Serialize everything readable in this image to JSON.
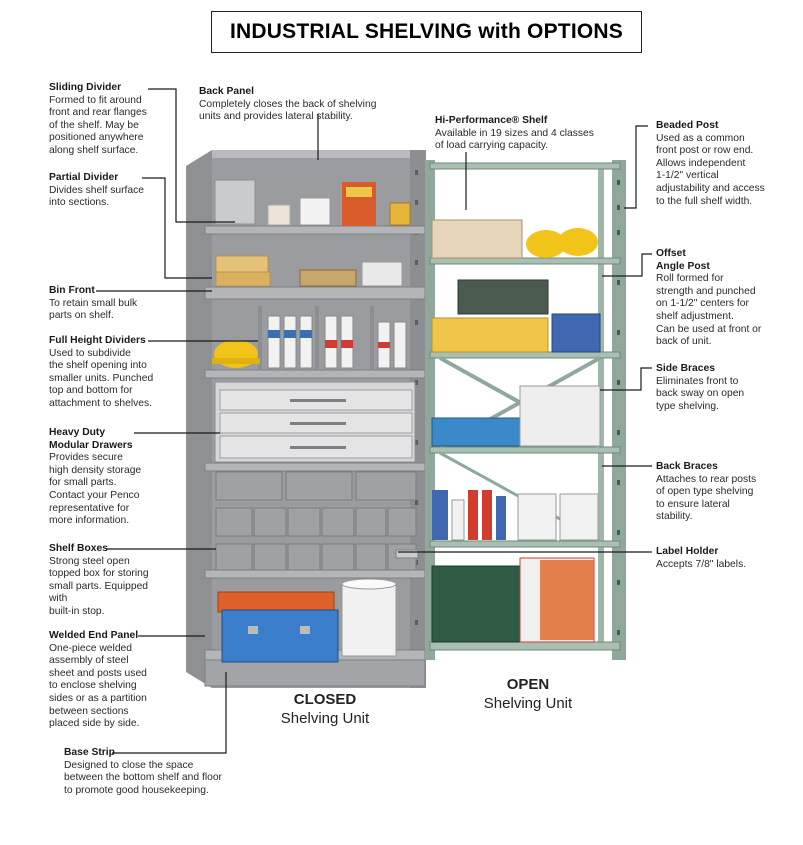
{
  "title": "INDUSTRIAL SHELVING with OPTIONS",
  "captions": {
    "closed": {
      "line1": "CLOSED",
      "line2": "Shelving Unit"
    },
    "open": {
      "line1": "OPEN",
      "line2": "Shelving Unit"
    }
  },
  "callouts": {
    "sliding_divider": {
      "heading": "Sliding Divider",
      "lines": [
        "Formed to fit around",
        "front and rear flanges",
        "of the shelf. May be",
        "positioned anywhere",
        "along shelf surface."
      ]
    },
    "partial_divider": {
      "heading": "Partial Divider",
      "lines": [
        "Divides shelf surface",
        "into sections."
      ]
    },
    "bin_front": {
      "heading": "Bin Front",
      "lines": [
        "To retain small bulk",
        "parts on shelf."
      ]
    },
    "full_height_dividers": {
      "heading": "Full Height Dividers",
      "lines": [
        "Used to subdivide",
        "the shelf opening into",
        "smaller units. Punched",
        "top and bottom for",
        "attachment to shelves."
      ]
    },
    "heavy_duty_drawers": {
      "heading": "Heavy Duty",
      "heading2": "Modular Drawers",
      "lines": [
        "Provides secure",
        "high density storage",
        "for small parts.",
        "Contact your Penco",
        "representative for",
        "more information."
      ]
    },
    "shelf_boxes": {
      "heading": "Shelf Boxes",
      "lines": [
        "Strong steel open",
        "topped box for storing",
        "small parts.  Equipped",
        "with",
        "built-in stop."
      ]
    },
    "welded_end_panel": {
      "heading": "Welded End Panel",
      "lines": [
        "One-piece welded",
        "assembly of steel",
        "sheet and posts used",
        "to enclose shelving",
        "sides or as a partition",
        "between sections",
        "placed side by side."
      ]
    },
    "base_strip": {
      "heading": "Base Strip",
      "lines": [
        "Designed to close the space",
        "between the bottom shelf and floor",
        "to promote good housekeeping."
      ]
    },
    "back_panel": {
      "heading": "Back Panel",
      "lines": [
        "Completely closes the back of shelving",
        "units and provides lateral stability."
      ]
    },
    "hi_performance_shelf": {
      "heading": "Hi-Performance® Shelf",
      "lines": [
        "Available in 19 sizes and 4 classes",
        "of load carrying capacity."
      ]
    },
    "beaded_post": {
      "heading": "Beaded Post",
      "lines": [
        "Used as a common",
        "front post or row end.",
        "Allows independent",
        "1-1/2\" vertical",
        "adjustability and access",
        "to the full shelf width."
      ]
    },
    "offset_angle_post": {
      "heading": "Offset",
      "heading2": "Angle Post",
      "lines": [
        "Roll formed for",
        "strength and punched",
        "on 1-1/2\" centers for",
        "shelf adjustment.",
        "Can be used at front or",
        "back of unit."
      ]
    },
    "side_braces": {
      "heading": "Side Braces",
      "lines": [
        "Eliminates front to",
        "back sway on open",
        "type shelving."
      ]
    },
    "back_braces": {
      "heading": "Back Braces",
      "lines": [
        "Attaches to rear posts",
        "of open type shelving",
        "to ensure lateral",
        "stability."
      ]
    },
    "label_holder": {
      "heading": "Label Holder",
      "lines": [
        "Accepts 7/8\" labels."
      ]
    }
  },
  "colors": {
    "closed_steel": "#a7a9ac",
    "open_frame": "#8fa89b",
    "bin_box": "#5f8fbf",
    "tray_orange": "#e0602a",
    "hardhat": "#f2c318"
  }
}
